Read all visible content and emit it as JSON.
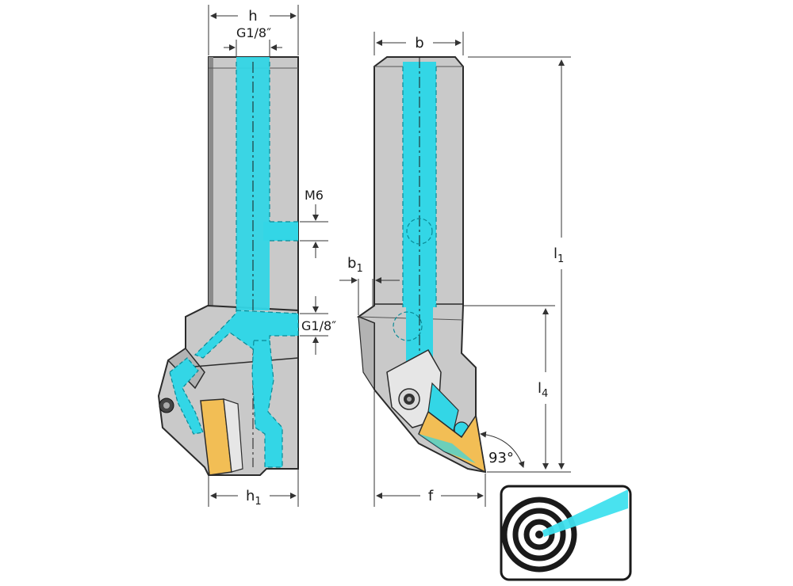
{
  "labels": {
    "h": "h",
    "g18_top": "G1/8″",
    "m6": "M6",
    "g18_mid": "G1/8″",
    "h1_main": "h",
    "h1_sub": "1",
    "b": "b",
    "b1_main": "b",
    "b1_sub": "1",
    "l1_main": "l",
    "l1_sub": "1",
    "l4_main": "l",
    "l4_sub": "4",
    "angle": "93°",
    "f": "f"
  },
  "colors": {
    "body": "#c9c9c9",
    "body_edge": "#2b2b2b",
    "coolant": "#33d6e6",
    "coolant_dash": "#0a8a96",
    "insert": "#f2be55",
    "dim_line": "#333333",
    "icon_beam": "#3fe0ee"
  },
  "icons": {
    "coolant_target": "coolant-target-icon",
    "clamp_screw": "torx-screw-icon"
  }
}
